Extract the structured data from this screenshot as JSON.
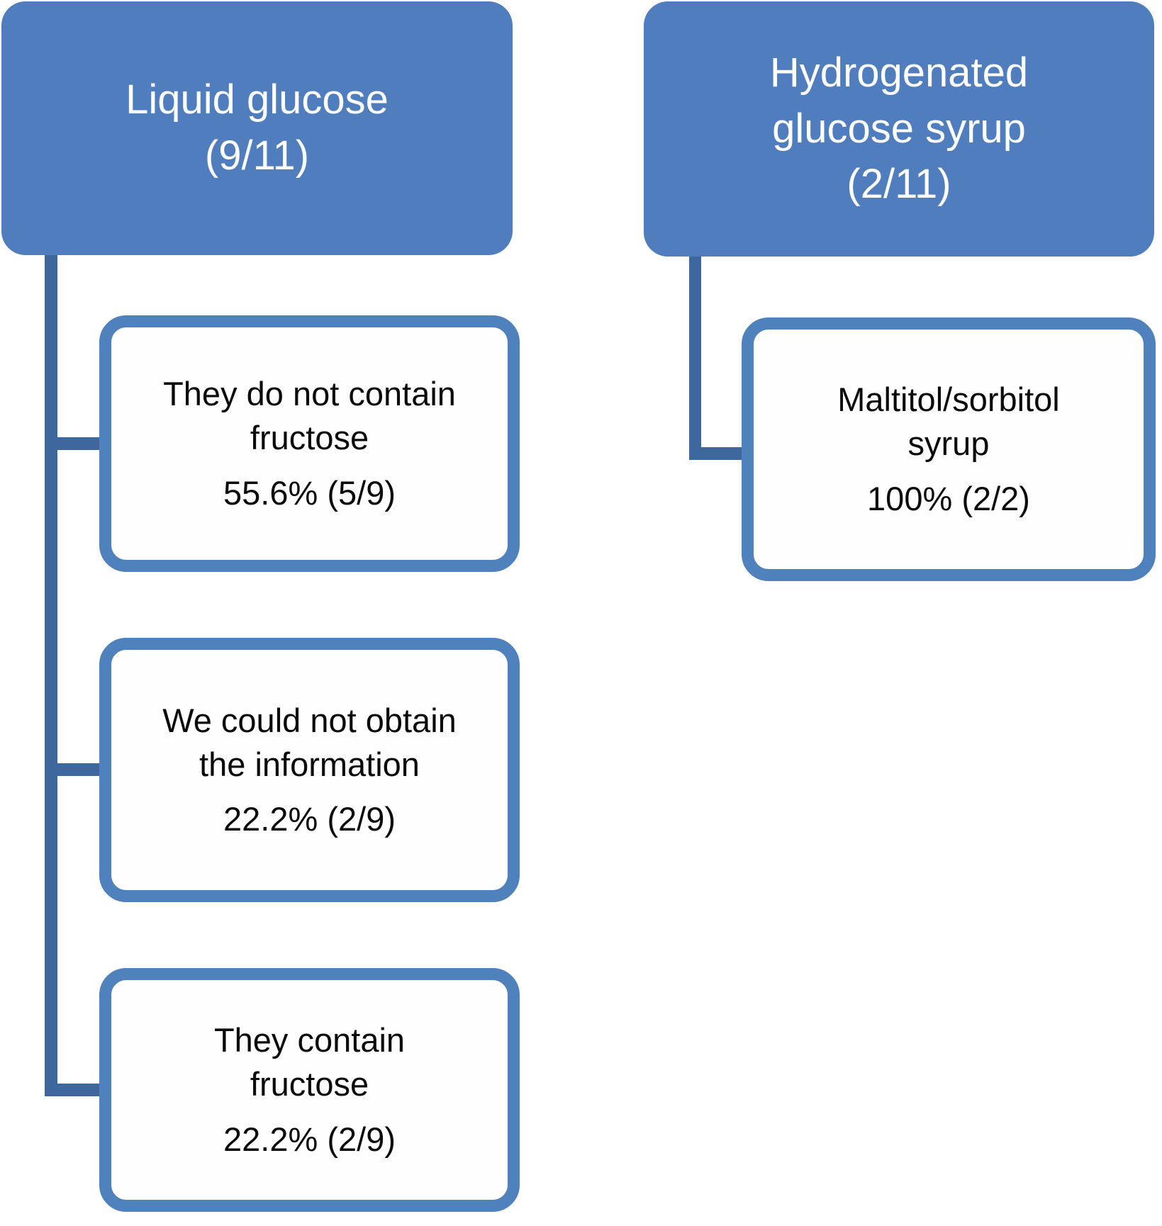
{
  "diagram": {
    "colors": {
      "header_fill": "#4f7dbd",
      "header_text": "#ffffff",
      "child_border": "#4f81bd",
      "child_bg": "#fefefe",
      "child_text": "#0b0b0b",
      "connector": "#3e689d"
    },
    "groups": [
      {
        "header": {
          "label": "Liquid glucose",
          "count": "(9/11)"
        },
        "children": [
          {
            "label": "They do not contain fructose",
            "stat": "55.6% (5/9)"
          },
          {
            "label": "We could not obtain the information",
            "stat": "22.2% (2/9)"
          },
          {
            "label": "They contain fructose",
            "stat": "22.2% (2/9)"
          }
        ]
      },
      {
        "header": {
          "label": "Hydrogenated glucose syrup",
          "count": "(2/11)"
        },
        "children": [
          {
            "label": "Maltitol/sorbitol syrup",
            "stat": "100% (2/2)"
          }
        ]
      }
    ]
  }
}
